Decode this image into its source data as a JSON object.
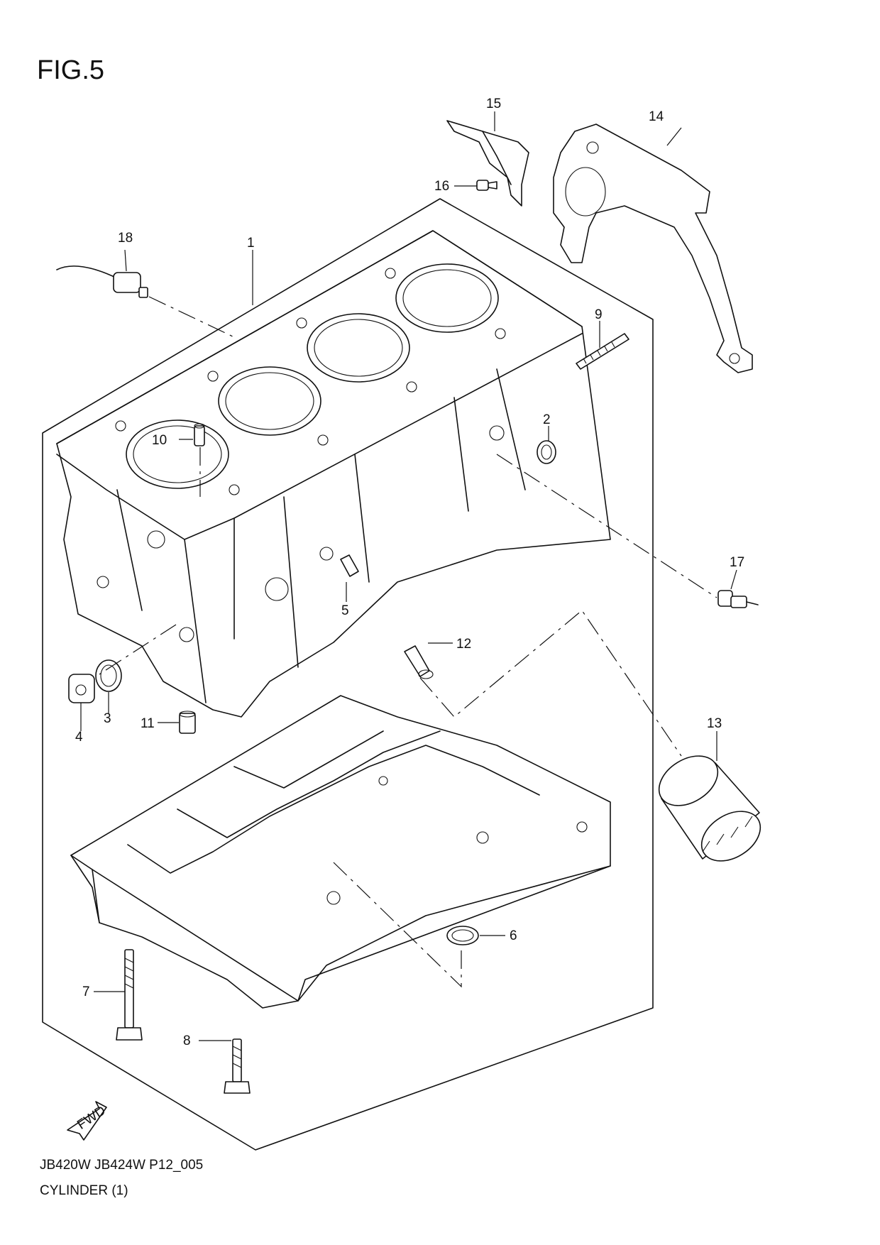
{
  "figure": {
    "title": "FIG.5",
    "model_code": "JB420W JB424W P12_005",
    "group_name": "CYLINDER (1)",
    "fwd_label": "FWD"
  },
  "callouts": [
    {
      "id": "c1",
      "number": "1",
      "part": "cylinder-block"
    },
    {
      "id": "c2",
      "number": "2",
      "part": "gasket-ring"
    },
    {
      "id": "c3",
      "number": "3",
      "part": "gasket"
    },
    {
      "id": "c4",
      "number": "4",
      "part": "plug"
    },
    {
      "id": "c5",
      "number": "5",
      "part": "stud-pin"
    },
    {
      "id": "c6",
      "number": "6",
      "part": "o-ring"
    },
    {
      "id": "c7",
      "number": "7",
      "part": "long-bolt"
    },
    {
      "id": "c8",
      "number": "8",
      "part": "bolt"
    },
    {
      "id": "c9",
      "number": "9",
      "part": "stud"
    },
    {
      "id": "c10",
      "number": "10",
      "part": "jet"
    },
    {
      "id": "c11",
      "number": "11",
      "part": "dowel-pin"
    },
    {
      "id": "c12",
      "number": "12",
      "part": "union-bolt"
    },
    {
      "id": "c13",
      "number": "13",
      "part": "oil-filter"
    },
    {
      "id": "c14",
      "number": "14",
      "part": "bracket-plate"
    },
    {
      "id": "c15",
      "number": "15",
      "part": "bracket"
    },
    {
      "id": "c16",
      "number": "16",
      "part": "bolt-small"
    },
    {
      "id": "c17",
      "number": "17",
      "part": "oil-pressure-switch"
    },
    {
      "id": "c18",
      "number": "18",
      "part": "knock-sensor"
    }
  ]
}
